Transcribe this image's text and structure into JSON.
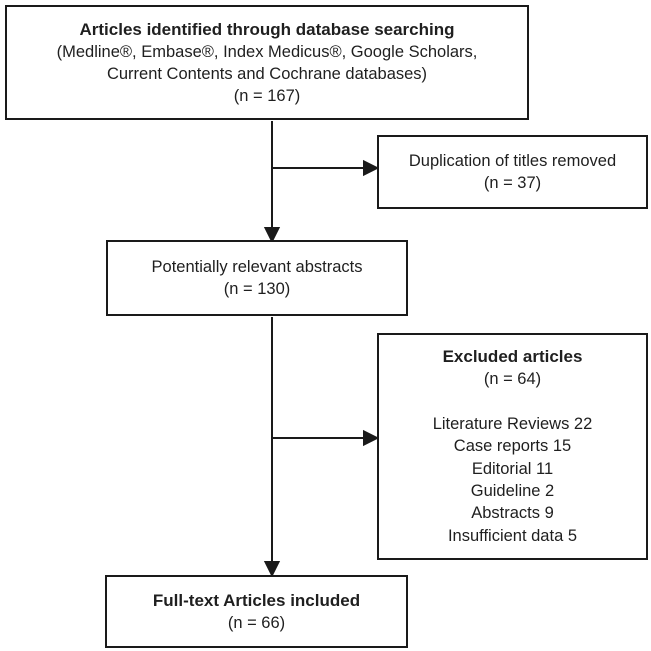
{
  "diagram": {
    "colors": {
      "border": "#1a1a1a",
      "text": "#1f1f1f",
      "background": "#ffffff"
    },
    "boxes": {
      "identified": {
        "title": "Articles identified through database searching",
        "line2": "(Medline®, Embase®, Index Medicus®, Google Scholars,",
        "line3": "Current Contents and Cochrane databases)",
        "count": "(n = 167)"
      },
      "duplicates": {
        "line1": "Duplication of titles removed",
        "count": "(n = 37)"
      },
      "abstracts": {
        "line1": "Potentially relevant abstracts",
        "count": "(n = 130)"
      },
      "excluded": {
        "title": "Excluded articles",
        "count": "(n = 64)",
        "reasons": [
          "Literature Reviews 22",
          "Case reports 15",
          "Editorial 11",
          "Guideline 2",
          "Abstracts 9",
          "Insufficient data 5"
        ]
      },
      "included": {
        "title": "Full-text Articles included",
        "count": "(n = 66)"
      }
    }
  }
}
